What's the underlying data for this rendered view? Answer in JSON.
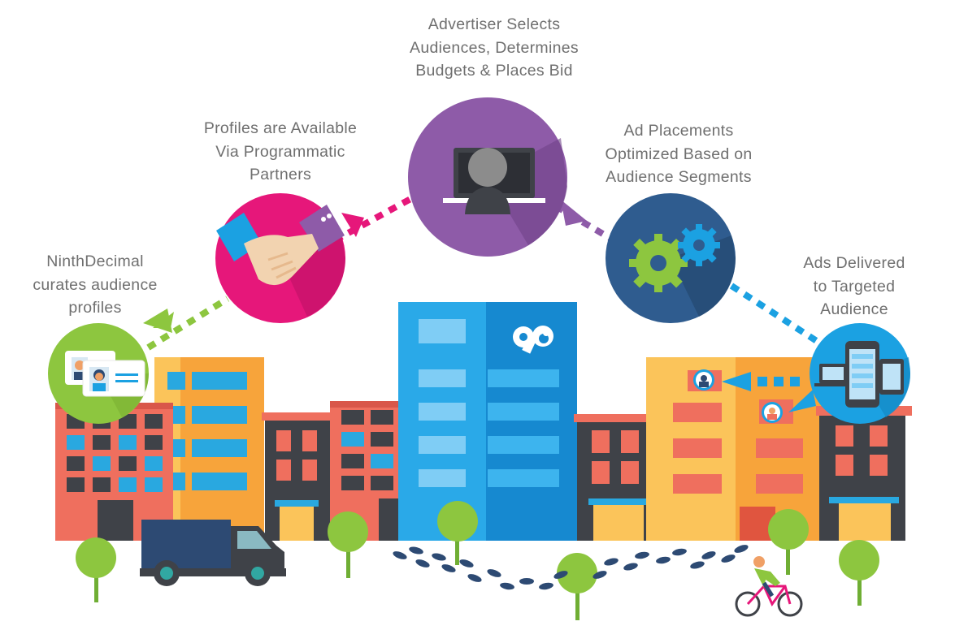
{
  "steps": [
    {
      "id": "curate",
      "lines": [
        "NinthDecimal",
        "curates audience",
        "profiles"
      ],
      "color": "#8dc63f",
      "icon": "id-card-icon"
    },
    {
      "id": "programmatic",
      "lines": [
        "Profiles are Available",
        "Via Programmatic",
        "Partners"
      ],
      "color": "#e6177a",
      "icon": "handshake-icon"
    },
    {
      "id": "advertiser",
      "lines": [
        "Advertiser Selects",
        "Audiences, Determines",
        "Budgets & Places Bid"
      ],
      "color": "#8e5ba8",
      "icon": "computer-user-icon"
    },
    {
      "id": "optimize",
      "lines": [
        "Ad Placements",
        "Optimized Based on",
        "Audience Segments"
      ],
      "color": "#2f5c8f",
      "icon": "gears-icon"
    },
    {
      "id": "deliver",
      "lines": [
        "Ads Delivered",
        "to Targeted",
        "Audience"
      ],
      "color": "#1ba1e2",
      "icon": "devices-icon"
    }
  ],
  "colors": {
    "text": "#6f6f6f",
    "green": "#8dc63f",
    "magenta": "#e6177a",
    "purple": "#8e5ba8",
    "navy": "#2f5c8f",
    "blue": "#1ba1e2"
  }
}
